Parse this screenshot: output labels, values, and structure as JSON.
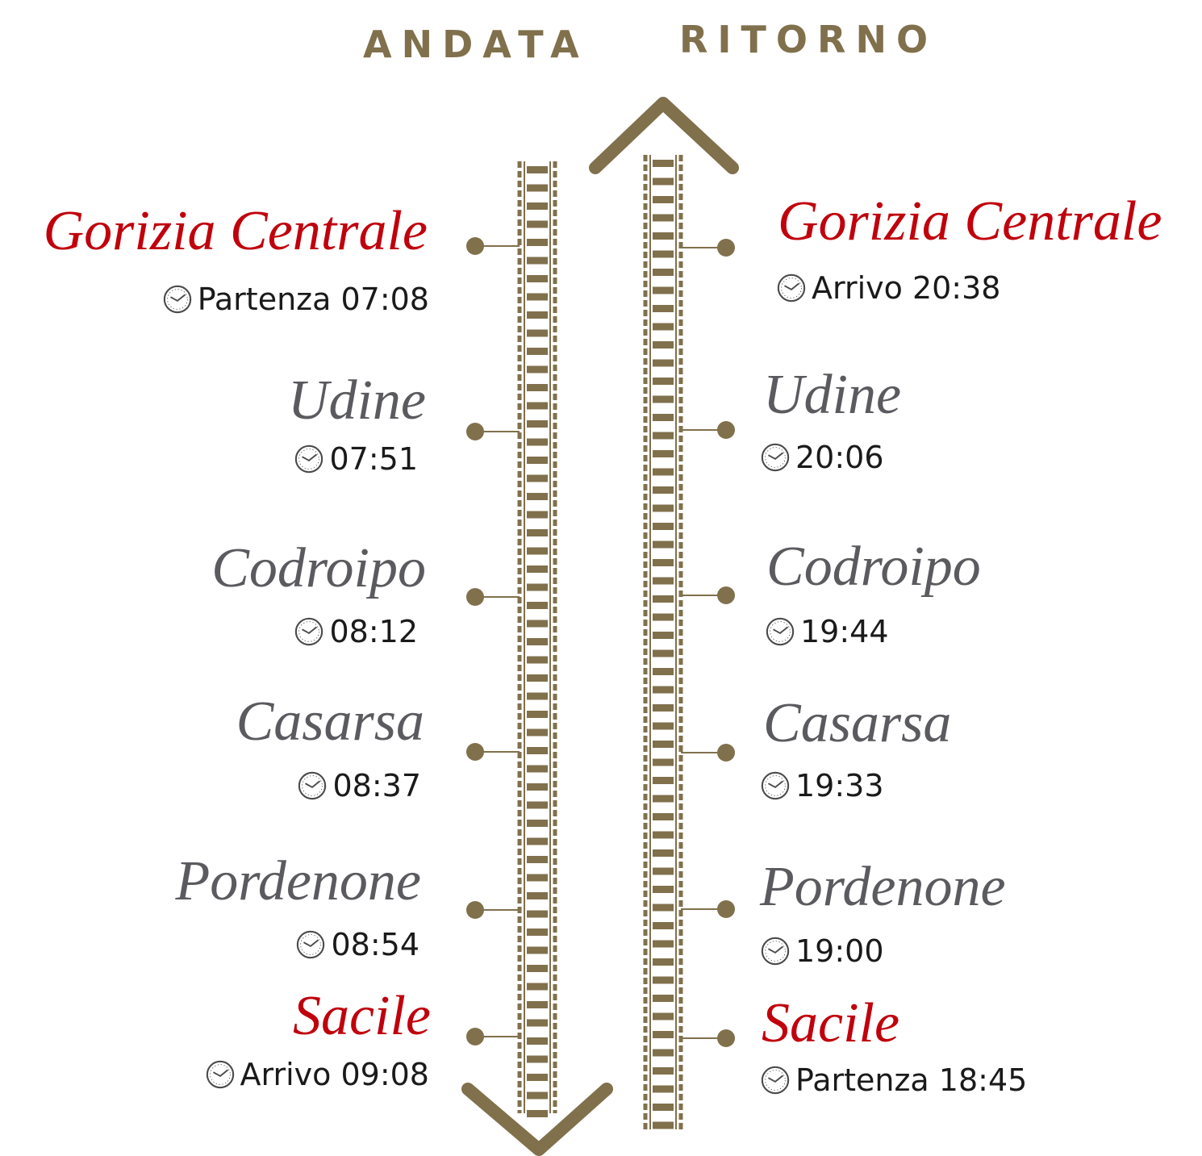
{
  "headings": {
    "andata": "ANDATA",
    "ritorno": "RITORNO"
  },
  "colors": {
    "track": "#80704c",
    "terminal": "#c0000c",
    "station": "#5a5a5f"
  },
  "icons": {
    "time": "clock-icon",
    "direction_andata": "chevron-down-icon",
    "direction_ritorno": "chevron-up-icon"
  },
  "andata": [
    {
      "name": "Gorizia Centrale",
      "time": "Partenza 07:08",
      "terminal": true
    },
    {
      "name": "Udine",
      "time": "07:51",
      "terminal": false
    },
    {
      "name": "Codroipo",
      "time": "08:12",
      "terminal": false
    },
    {
      "name": "Casarsa",
      "time": "08:37",
      "terminal": false
    },
    {
      "name": "Pordenone",
      "time": "08:54",
      "terminal": false
    },
    {
      "name": "Sacile",
      "time": "Arrivo 09:08",
      "terminal": true
    }
  ],
  "ritorno": [
    {
      "name": "Gorizia Centrale",
      "time": "Arrivo 20:38",
      "terminal": true
    },
    {
      "name": "Udine",
      "time": "20:06",
      "terminal": false
    },
    {
      "name": "Codroipo",
      "time": "19:44",
      "terminal": false
    },
    {
      "name": "Casarsa",
      "time": "19:33",
      "terminal": false
    },
    {
      "name": "Pordenone",
      "time": "19:00",
      "terminal": false
    },
    {
      "name": "Sacile",
      "time": "Partenza 18:45",
      "terminal": true
    }
  ]
}
